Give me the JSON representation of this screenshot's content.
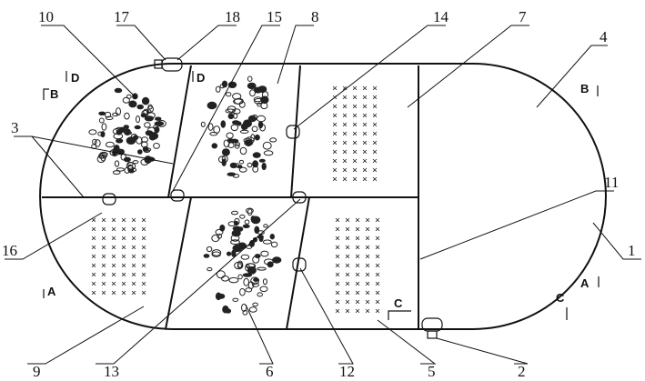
{
  "labels": {
    "n1": "1",
    "n2": "2",
    "n3": "3",
    "n4": "4",
    "n5": "5",
    "n6": "6",
    "n7": "7",
    "n8": "8",
    "n9": "9",
    "n10": "10",
    "n11": "11",
    "n12": "12",
    "n13": "13",
    "n14": "14",
    "n15": "15",
    "n16": "16",
    "n17": "17",
    "n18": "18"
  },
  "sections": {
    "a_left": "A",
    "a_right": "A",
    "b_left": "B",
    "b_right": "B",
    "c_mid": "C",
    "c_right": "C",
    "d_left": "D",
    "d_mid": "D"
  }
}
